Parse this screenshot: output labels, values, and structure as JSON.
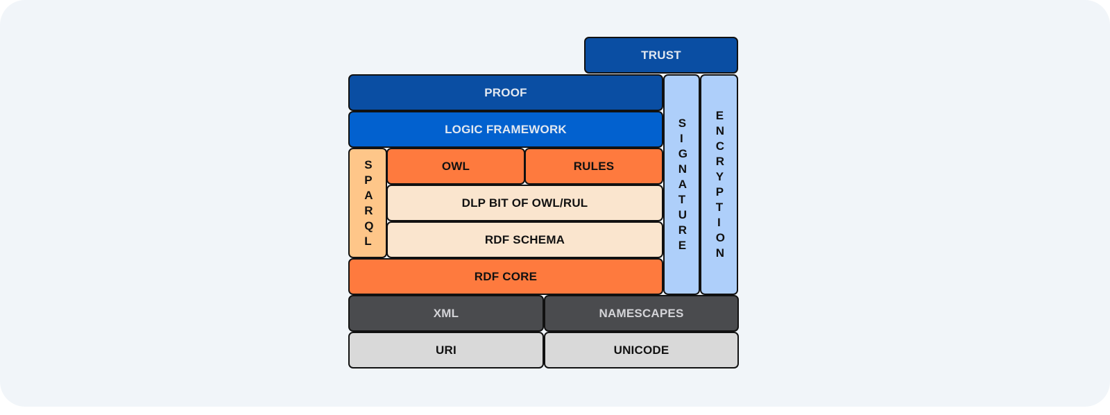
{
  "layers": {
    "trust": "TRUST",
    "proof": "PROOF",
    "logic_framework": "LOGIC FRAMEWORK",
    "sparql": "SPARQL",
    "owl": "OWL",
    "rules": "RULES",
    "dlp": "DLP BIT OF OWL/RUL",
    "rdf_schema": "RDF SCHEMA",
    "rdf_core": "RDF CORE",
    "signature": "SIGNATURE",
    "encryption": "ENCRYPTION",
    "xml": "XML",
    "namespaces": "NAMESCAPES",
    "uri": "URI",
    "unicode": "UNICODE"
  },
  "colors": {
    "dark_blue": "#0a4ea3",
    "blue": "#0261cf",
    "light_blue": "#aecffa",
    "orange": "#fe7a3e",
    "peach": "#fae5ce",
    "sparql": "#fec689",
    "charcoal": "#4a4b4e",
    "grey": "#d9d9d9"
  }
}
